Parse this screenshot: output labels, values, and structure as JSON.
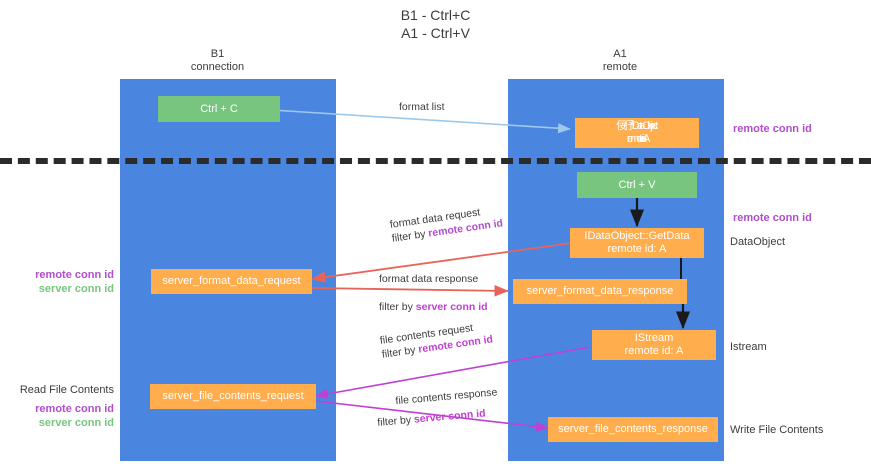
{
  "diagram": {
    "title": "B1 - Ctrl+C\nA1 - Ctrl+V",
    "columns": [
      {
        "name": "B1",
        "sub": "connection",
        "header": "B1\nconnection"
      },
      {
        "name": "A1",
        "sub": "remote",
        "header": "A1\nremote"
      }
    ],
    "nodes": {
      "ctrl_c": "Ctrl + C",
      "ctrl_v": "Ctrl + V",
      "idataobject": "佞伃IDataObject\nremote id: A",
      "idataobject_getdata": "IDataObject::GetData\nremote id: A",
      "istream": "IStream\nremote id: A",
      "server_format_data_request": "server_format_data_request",
      "server_format_data_response": "server_format_data_response",
      "server_file_contents_request": "server_file_contents_request",
      "server_file_contents_response": "server_file_contents_response"
    },
    "edges": {
      "format_list": "format list",
      "format_data_request": "format data request",
      "format_data_request_filter_prefix": "filter by ",
      "format_data_request_filter_key": "remote conn id",
      "format_data_response": "format data response",
      "format_data_response_filter_prefix": "filter by ",
      "format_data_response_filter_key": "server conn id",
      "file_contents_request": "file contents request",
      "file_contents_request_filter_prefix": "filter by ",
      "file_contents_request_filter_key": "remote conn id",
      "file_contents_response": "file contents response",
      "file_contents_response_filter_prefix": "filter by ",
      "file_contents_response_filter_key": "server conn id"
    },
    "annotations": {
      "right_remote_conn_id_top": "remote conn id",
      "right_remote_conn_id_mid": "remote conn id",
      "right_dataobject": "DataObject",
      "right_istream": "Istream",
      "right_write_file_contents": "Write File Contents",
      "left_conn_ids_mid": "remote conn id\nserver conn id",
      "left_read_file_contents": "Read File Contents",
      "left_conn_ids_bottom": "remote conn id\nserver conn id"
    },
    "colors": {
      "lane": "#4a86e0",
      "green_node": "#77c57f",
      "orange_node": "#ffad4d",
      "purple_text": "#b14ec9",
      "green_text": "#77c57f",
      "magenta_text": "#c13fd1",
      "red_arrow": "#e8645a",
      "blue_arrow": "#9ec9ea",
      "black_arrow": "#1a1a1a",
      "dashed_divider": "#2b2b2b",
      "text": "#3c3c3c"
    }
  }
}
